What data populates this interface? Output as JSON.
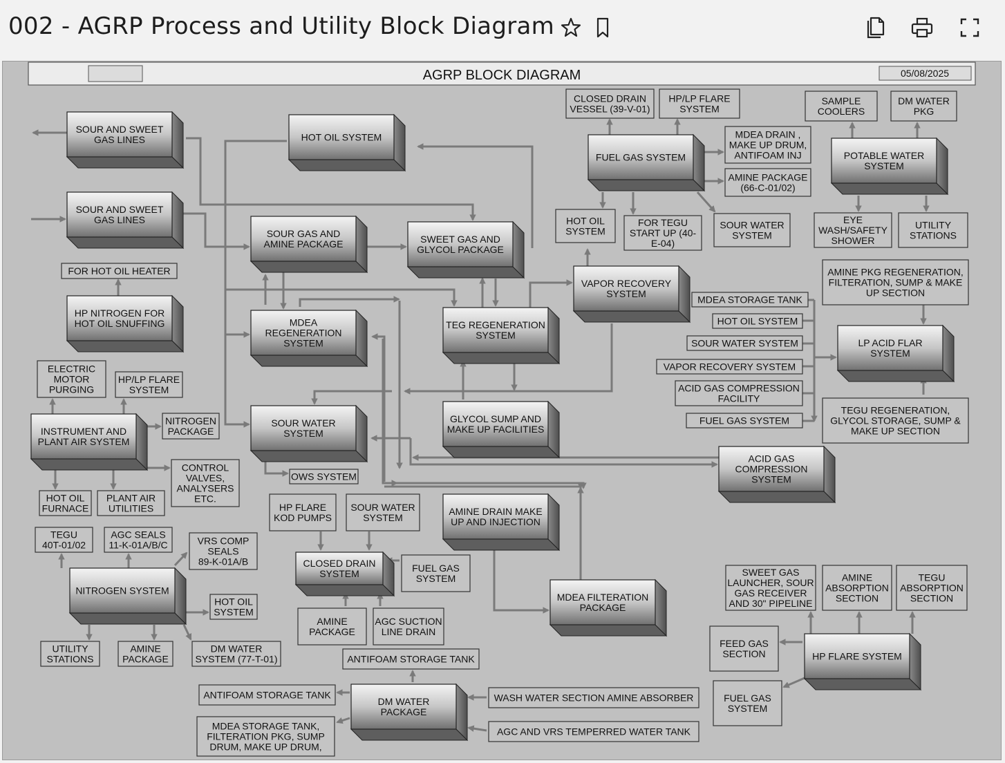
{
  "page": {
    "title": "002 - AGRP Process and Utility Block Diagram",
    "icons": [
      "star-icon",
      "bookmark-icon",
      "copy-icon",
      "print-icon",
      "fullscreen-icon"
    ]
  },
  "diagram": {
    "banner_title": "AGRP BLOCK DIAGRAM",
    "date": "05/08/2025",
    "blocks": [
      {
        "id": "b-sour-sweet-out",
        "lines": [
          "SOUR AND SWEET",
          "GAS LINES"
        ]
      },
      {
        "id": "b-sour-sweet-in",
        "lines": [
          "SOUR AND SWEET",
          "GAS LINES"
        ]
      },
      {
        "id": "b-hp-nitrogen",
        "lines": [
          "HP NITROGEN FOR",
          "HOT OIL SNUFFING"
        ]
      },
      {
        "id": "b-instrument-air",
        "lines": [
          "INSTRUMENT AND",
          "PLANT AIR SYSTEM"
        ]
      },
      {
        "id": "b-nitrogen",
        "lines": [
          "NITROGEN SYSTEM"
        ]
      },
      {
        "id": "b-hot-oil",
        "lines": [
          "HOT OIL SYSTEM"
        ]
      },
      {
        "id": "b-sour-gas-amine",
        "lines": [
          "SOUR GAS AND",
          "AMINE PACKAGE"
        ]
      },
      {
        "id": "b-sweet-gas-glycol",
        "lines": [
          "SWEET GAS AND",
          "GLYCOL PACKAGE"
        ]
      },
      {
        "id": "b-mdea-regen",
        "lines": [
          "MDEA",
          "REGENERATION",
          "SYSTEM"
        ]
      },
      {
        "id": "b-teg-regen",
        "lines": [
          "TEG REGENERATION",
          "SYSTEM"
        ]
      },
      {
        "id": "b-vapor-recovery",
        "lines": [
          "VAPOR RECOVERY",
          "SYSTEM"
        ]
      },
      {
        "id": "b-sour-water",
        "lines": [
          "SOUR WATER",
          "SYSTEM"
        ]
      },
      {
        "id": "b-glycol-sump",
        "lines": [
          "GLYCOL SUMP AND",
          "MAKE UP FACILITIES"
        ]
      },
      {
        "id": "b-fuel-gas",
        "lines": [
          "FUEL GAS SYSTEM"
        ]
      },
      {
        "id": "b-potable-water",
        "lines": [
          "POTABLE WATER",
          "SYSTEM"
        ]
      },
      {
        "id": "b-lp-acid-flare",
        "lines": [
          "LP ACID FLAR",
          "SYSTEM"
        ]
      },
      {
        "id": "b-acid-gas-comp",
        "lines": [
          "ACID GAS",
          "COMPRESSION",
          "SYSTEM"
        ]
      },
      {
        "id": "b-amine-drain",
        "lines": [
          "AMINE DRAIN MAKE",
          "UP AND INJECTION"
        ]
      },
      {
        "id": "b-closed-drain",
        "lines": [
          "CLOSED DRAIN",
          "SYSTEM"
        ]
      },
      {
        "id": "b-mdea-filter",
        "lines": [
          "MDEA FILTERATION",
          "PACKAGE"
        ]
      },
      {
        "id": "b-dm-water",
        "lines": [
          "DM WATER",
          "PACKAGE"
        ]
      },
      {
        "id": "b-hp-flare",
        "lines": [
          "HP FLARE SYSTEM"
        ]
      }
    ],
    "labels": [
      {
        "id": "l-hot-oil-heater",
        "lines": [
          "FOR HOT OIL HEATER"
        ]
      },
      {
        "id": "l-electric-motor",
        "lines": [
          "ELECTRIC",
          "MOTOR",
          "PURGING"
        ]
      },
      {
        "id": "l-hplp-flare-1",
        "lines": [
          "HP/LP FLARE",
          "SYSTEM"
        ]
      },
      {
        "id": "l-nitrogen-pkg",
        "lines": [
          "NITROGEN",
          "PACKAGE"
        ]
      },
      {
        "id": "l-control-valves",
        "lines": [
          "CONTROL",
          "VALVES,",
          "ANALYSERS",
          "ETC."
        ]
      },
      {
        "id": "l-hot-oil-furnace",
        "lines": [
          "HOT OIL",
          "FURNACE"
        ]
      },
      {
        "id": "l-plant-air",
        "lines": [
          "PLANT AIR",
          "UTILITIES"
        ]
      },
      {
        "id": "l-tegu",
        "lines": [
          "TEGU",
          "40T-01/02"
        ]
      },
      {
        "id": "l-agc-seals",
        "lines": [
          "AGC SEALS",
          "11-K-01A/B/C"
        ]
      },
      {
        "id": "l-vrs-comp",
        "lines": [
          "VRS COMP",
          "SEALS",
          "89-K-01A/B"
        ]
      },
      {
        "id": "l-hot-oil-sys-n",
        "lines": [
          "HOT OIL",
          "SYSTEM"
        ]
      },
      {
        "id": "l-utility-stations-1",
        "lines": [
          "UTILITY",
          "STATIONS"
        ]
      },
      {
        "id": "l-amine-pkg-1",
        "lines": [
          "AMINE",
          "PACKAGE"
        ]
      },
      {
        "id": "l-dm-water-sys",
        "lines": [
          "DM WATER",
          "SYSTEM (77-T-01)"
        ]
      },
      {
        "id": "l-closed-drain-vessel",
        "lines": [
          "CLOSED DRAIN",
          "VESSEL (39-V-01)"
        ]
      },
      {
        "id": "l-hplp-flare-2",
        "lines": [
          "HP/LP FLARE",
          "SYSTEM"
        ]
      },
      {
        "id": "l-mdea-drain",
        "lines": [
          "MDEA DRAIN ,",
          "MAKE UP DRUM,",
          "ANTIFOAM INJ"
        ]
      },
      {
        "id": "l-amine-pkg-66",
        "lines": [
          "AMINE PACKAGE",
          "(66-C-01/02)"
        ]
      },
      {
        "id": "l-hot-oil-sys-f",
        "lines": [
          "HOT OIL",
          "SYSTEM"
        ]
      },
      {
        "id": "l-tegu-startup",
        "lines": [
          "FOR TEGU",
          "START UP (40-",
          "E-04)"
        ]
      },
      {
        "id": "l-sour-water-sys-f",
        "lines": [
          "SOUR WATER",
          "SYSTEM"
        ]
      },
      {
        "id": "l-sample-coolers",
        "lines": [
          "SAMPLE",
          "COOLERS"
        ]
      },
      {
        "id": "l-dm-water-pkg",
        "lines": [
          "DM WATER",
          "PKG"
        ]
      },
      {
        "id": "l-eye-wash",
        "lines": [
          "EYE",
          "WASH/SAFETY",
          "SHOWER"
        ]
      },
      {
        "id": "l-utility-stations-2",
        "lines": [
          "UTILITY",
          "STATIONS"
        ]
      },
      {
        "id": "l-amine-pkg-regen",
        "lines": [
          "AMINE PKG REGENERATION,",
          "FILTERATION, SUMP & MAKE",
          "UP SECTION"
        ]
      },
      {
        "id": "l-mdea-storage",
        "lines": [
          "MDEA STORAGE TANK"
        ]
      },
      {
        "id": "l-hot-oil-system-r",
        "lines": [
          "HOT OIL SYSTEM"
        ]
      },
      {
        "id": "l-sour-water-system-r",
        "lines": [
          "SOUR WATER SYSTEM"
        ]
      },
      {
        "id": "l-vapor-recovery-r",
        "lines": [
          "VAPOR RECOVERY SYSTEM"
        ]
      },
      {
        "id": "l-acid-gas-comp-fac",
        "lines": [
          "ACID GAS COMPRESSION",
          "FACILITY"
        ]
      },
      {
        "id": "l-fuel-gas-system-r",
        "lines": [
          "FUEL GAS SYSTEM"
        ]
      },
      {
        "id": "l-tegu-regen",
        "lines": [
          "TEGU REGENERATION,",
          "GLYCOL STORAGE, SUMP &",
          "MAKE UP SECTION"
        ]
      },
      {
        "id": "l-ows",
        "lines": [
          "OWS SYSTEM"
        ]
      },
      {
        "id": "l-hp-flare-kod",
        "lines": [
          "HP FLARE",
          "KOD PUMPS"
        ]
      },
      {
        "id": "l-sour-water-cd",
        "lines": [
          "SOUR WATER",
          "SYSTEM"
        ]
      },
      {
        "id": "l-fuel-gas-cd",
        "lines": [
          "FUEL GAS",
          "SYSTEM"
        ]
      },
      {
        "id": "l-amine-pkg-cd",
        "lines": [
          "AMINE",
          "PACKAGE"
        ]
      },
      {
        "id": "l-agc-suction",
        "lines": [
          "AGC SUCTION",
          "LINE DRAIN"
        ]
      },
      {
        "id": "l-antifoam-1",
        "lines": [
          "ANTIFOAM STORAGE TANK"
        ]
      },
      {
        "id": "l-antifoam-2",
        "lines": [
          "ANTIFOAM STORAGE TANK"
        ]
      },
      {
        "id": "l-mdea-storage-tank-dm",
        "lines": [
          "MDEA STORAGE TANK,",
          "FILTERATION PKG, SUMP",
          "DRUM, MAKE UP DRUM,"
        ]
      },
      {
        "id": "l-wash-water",
        "lines": [
          "WASH WATER SECTION AMINE ABSORBER"
        ]
      },
      {
        "id": "l-agc-vrs",
        "lines": [
          "AGC AND VRS TEMPERRED WATER TANK"
        ]
      },
      {
        "id": "l-sweet-gas-launcher",
        "lines": [
          "SWEET GAS",
          "LAUNCHER, SOUR",
          "GAS RECEIVER",
          "AND 30\" PIPELINE"
        ]
      },
      {
        "id": "l-amine-absorption",
        "lines": [
          "AMINE",
          "ABSORPTION",
          "SECTION"
        ]
      },
      {
        "id": "l-tegu-absorption",
        "lines": [
          "TEGU",
          "ABSORPTION",
          "SECTION"
        ]
      },
      {
        "id": "l-feed-gas",
        "lines": [
          "FEED GAS",
          "SECTION"
        ]
      },
      {
        "id": "l-fuel-gas-hp",
        "lines": [
          "FUEL GAS",
          "SYSTEM"
        ]
      }
    ]
  }
}
